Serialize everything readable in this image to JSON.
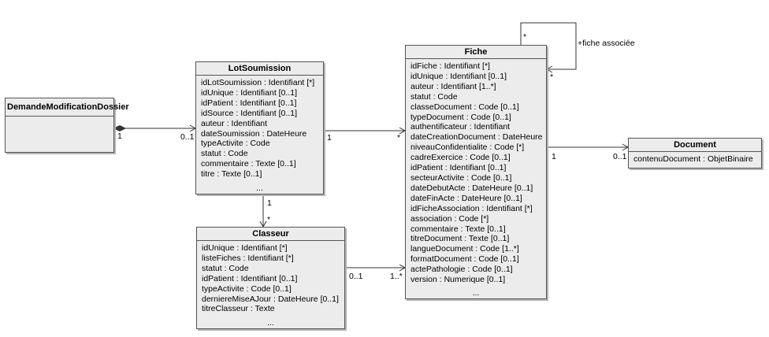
{
  "classes": {
    "demande": {
      "name": "DemandeModificationDossier",
      "attributes": []
    },
    "lot": {
      "name": "LotSoumission",
      "attributes": [
        "idLotSoumission : Identifiant [*]",
        "idUnique : Identifiant [0..1]",
        "idPatient : Identifiant [0..1]",
        "idSource : Identifiant [0..1]",
        "auteur : Identifiant",
        "dateSoumission : DateHeure",
        "typeActivite : Code",
        "statut : Code",
        "commentaire : Texte [0..1]",
        "titre : Texte [0..1]"
      ],
      "ellipsis": "..."
    },
    "classeur": {
      "name": "Classeur",
      "attributes": [
        "idUnique : Identifiant [*]",
        "listeFiches : Identifiant [*]",
        "statut : Code",
        "idPatient : Identifiant [0..1]",
        "typeActivite : Code [0..1]",
        "derniereMiseAJour : DateHeure [0..1]",
        "titreClasseur : Texte"
      ],
      "ellipsis": "..."
    },
    "fiche": {
      "name": "Fiche",
      "attributes": [
        "idFiche : Identifiant [*]",
        "idUnique : Identifiant [0..1]",
        "auteur : Identifiant [1..*]",
        "statut : Code",
        "classeDocument : Code [0..1]",
        "typeDocument : Code [0..1]",
        "authentificateur : Identifiant",
        "dateCreationDocument : DateHeure",
        "niveauConfidentialite : Code [*]",
        "cadreExercice : Code [0..1]",
        "idPatient : Identifiant [0..1]",
        "secteurActivite : Code [0..1]",
        "dateDebutActe : DateHeure [0..1]",
        "dateFinActe : DateHeure [0..1]",
        "idFicheAssociation : Identifiant [*]",
        "association : Code [*]",
        "commentaire : Texte [0..1]",
        "titreDocument : Texte [0..1]",
        "langueDocument : Code [1..*]",
        "formatDocument : Code [0..1]",
        "actePathologie : Code [0..1]",
        "version : Numerique [0..1]"
      ],
      "ellipsis": "..."
    },
    "document": {
      "name": "Document",
      "attributes": [
        "contenuDocument : ObjetBinaire"
      ]
    }
  },
  "associations": {
    "demande_lot": {
      "source_mult": "1",
      "target_mult": "0..1"
    },
    "lot_fiche": {
      "source_mult": "1",
      "target_mult": "*"
    },
    "lot_classeur": {
      "source_mult": "1",
      "target_mult": "*"
    },
    "classeur_fiche": {
      "source_mult": "0..1",
      "target_mult": "1..*"
    },
    "fiche_document": {
      "source_mult": "1",
      "target_mult": "0..1"
    },
    "fiche_self": {
      "label": "+fiche associée",
      "source_mult": "*",
      "target_mult": "*"
    }
  }
}
